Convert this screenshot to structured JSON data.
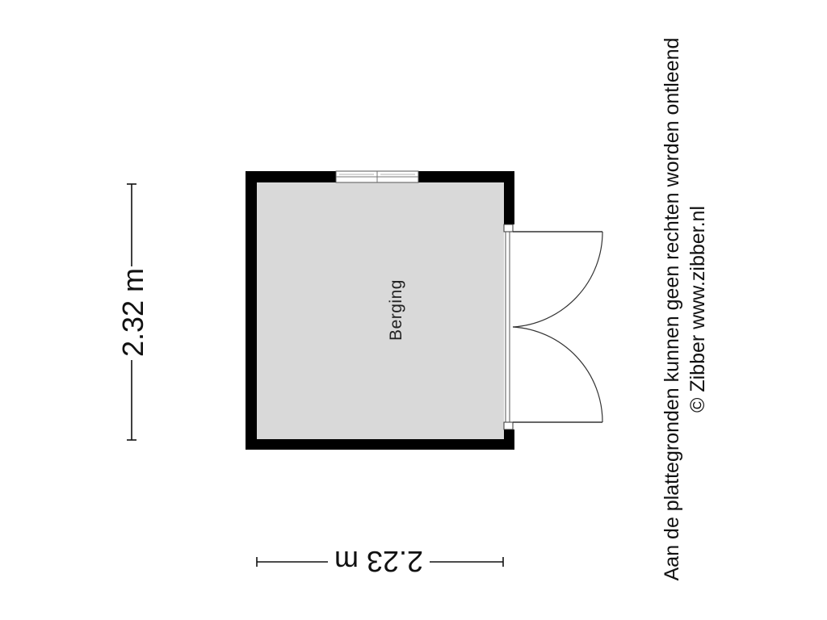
{
  "room": {
    "label": "Berging"
  },
  "dimensions": {
    "height_label": "2.32 m",
    "width_label": "2.23 m"
  },
  "disclaimer": {
    "line1": "Aan de plattegronden kunnen geen rechten worden ontleend",
    "line2": "© Zibber www.zibber.nl"
  },
  "colors": {
    "wall": "#000000",
    "floor": "#d9d9d9",
    "line": "#111111",
    "background": "#ffffff"
  }
}
